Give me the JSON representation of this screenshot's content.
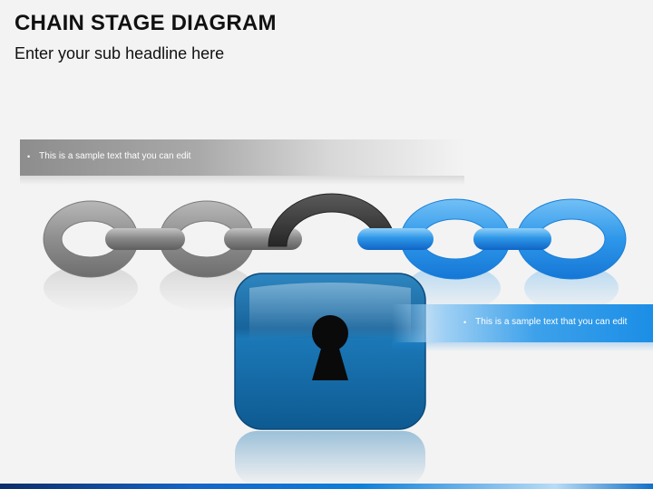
{
  "header": {
    "title": "CHAIN STAGE DIAGRAM",
    "subtitle": "Enter your sub headline here"
  },
  "callouts": [
    {
      "bullet": "•",
      "text": "This is a sample text that you can edit"
    },
    {
      "bullet": "•",
      "text": "This is a sample text that you can edit"
    }
  ],
  "colors": {
    "gray_link": "#9a9a9a",
    "dark_link": "#3a3a3a",
    "blue_link": "#1e8fe8",
    "lock_body": "#1a6fa8",
    "keyhole": "#0a0a0a"
  },
  "icons": [
    "chain-icon",
    "padlock-icon",
    "keyhole-icon"
  ]
}
